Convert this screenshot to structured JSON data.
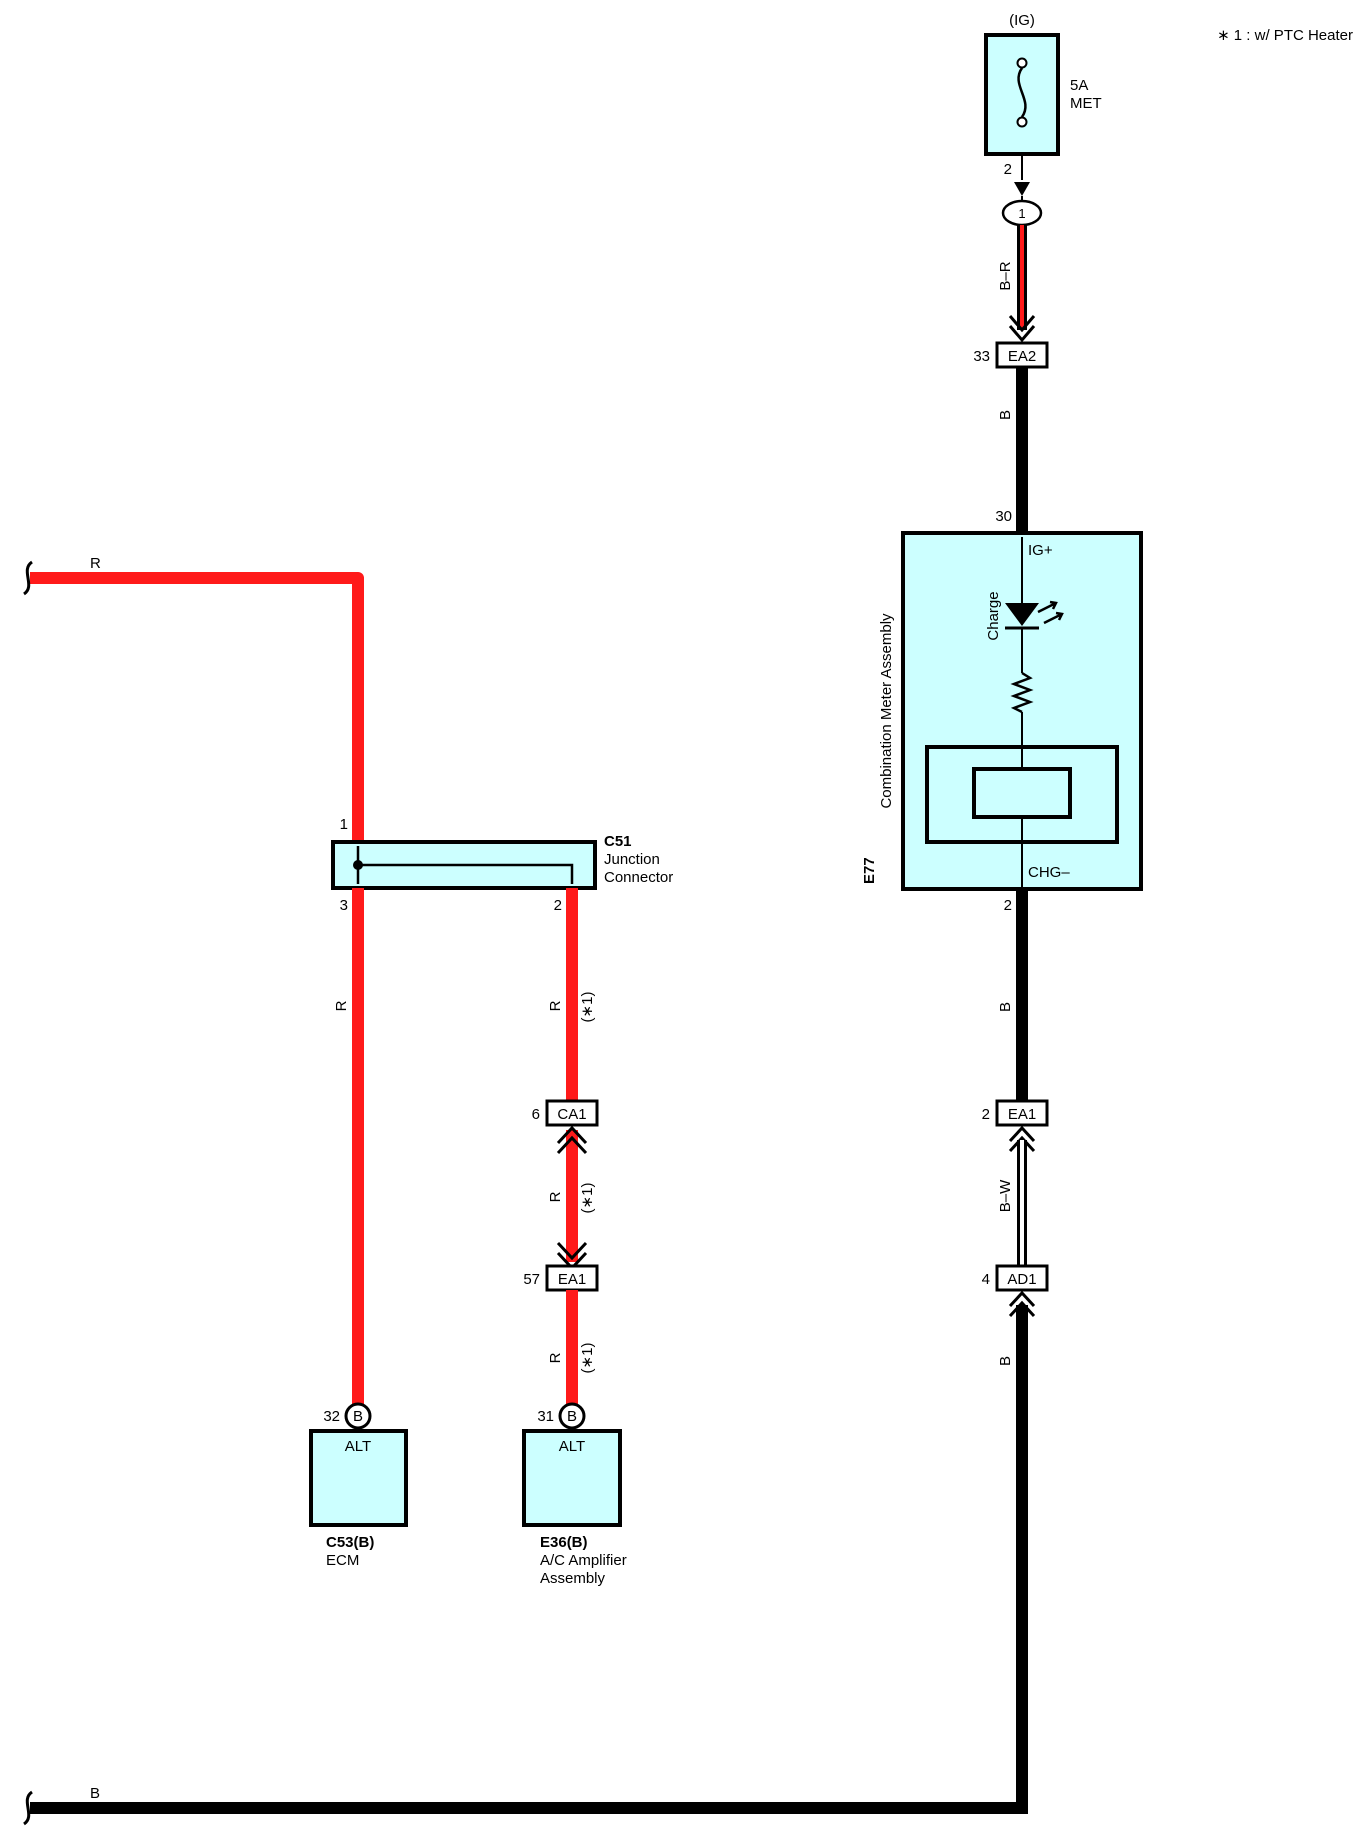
{
  "note": "∗ 1 : w/ PTC Heater",
  "colors": {
    "wire_red": "#ff1a1a",
    "wire_black": "#000000",
    "component_fill": "#ccffff"
  },
  "fuse": {
    "supply": "(IG)",
    "rating": "5A",
    "name": "MET",
    "pin": "2"
  },
  "splice": {
    "pin": "1"
  },
  "wires": {
    "ig_feed": "B–R",
    "to_meter": "B",
    "meter_out": "B",
    "ea1_ad1": "B–W",
    "ad1_ground": "B",
    "top_red": "R",
    "bottom_black": "B",
    "c51_to_ecm": "R",
    "c51_to_ca1": "R",
    "ca1_to_ea1": "R",
    "ea1_to_amp": "R",
    "option_mark": "(∗1)"
  },
  "connectors": {
    "ea2": {
      "name": "EA2",
      "pin": "33"
    },
    "ea1_right": {
      "name": "EA1",
      "pin": "2"
    },
    "ad1": {
      "name": "AD1",
      "pin": "4"
    },
    "ca1": {
      "name": "CA1",
      "pin": "6"
    },
    "ea1_left": {
      "name": "EA1",
      "pin": "57"
    }
  },
  "meter": {
    "code": "E77",
    "name": "Combination Meter Assembly",
    "pin_in": "30",
    "pin_out": "2",
    "terminal_in": "IG+",
    "terminal_out": "CHG–",
    "indicator": "Charge"
  },
  "junction": {
    "code": "C51",
    "name_line1": "Junction",
    "name_line2": "Connector",
    "pin_in": "1",
    "pin_out_a": "3",
    "pin_out_b": "2"
  },
  "ecm": {
    "code": "C53(B)",
    "name": "ECM",
    "pin": "32",
    "pin_color": "B",
    "terminal": "ALT"
  },
  "ac_amp": {
    "code": "E36(B)",
    "name_line1": "A/C Amplifier",
    "name_line2": "Assembly",
    "pin": "31",
    "pin_color": "B",
    "terminal": "ALT"
  }
}
